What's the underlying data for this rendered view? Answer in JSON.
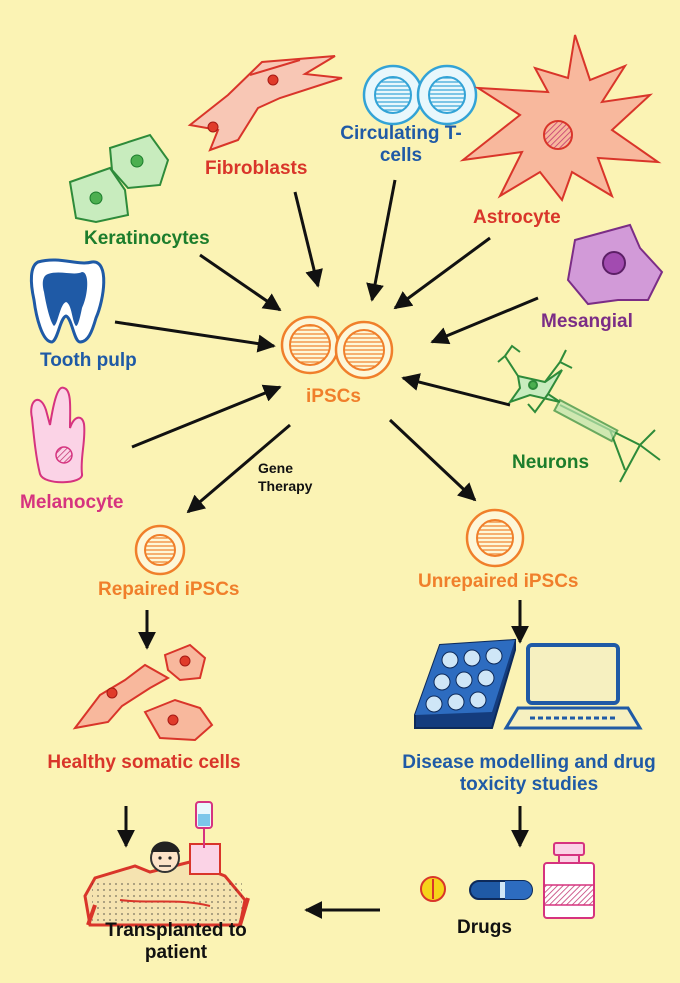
{
  "sources": {
    "fibroblasts": "Fibroblasts",
    "circulating_t_cells": "Circulating T-cells",
    "astrocyte": "Astrocyte",
    "keratinocytes": "Keratinocytes",
    "tooth_pulp": "Tooth pulp",
    "mesangial": "Mesangial",
    "melanocyte": "Melanocyte",
    "neurons": "Neurons"
  },
  "center": {
    "ipscs": "iPSCs"
  },
  "gene_therapy": "Gene Therapy",
  "branches": {
    "repaired": "Repaired iPSCs",
    "unrepaired": "Unrepaired iPSCs",
    "healthy": "Healthy somatic cells",
    "disease": "Disease modelling and drug toxicity studies",
    "drugs": "Drugs",
    "transplanted": "Transplanted to patient"
  },
  "colors": {
    "background": "#fbf3b4",
    "green": "#1c7d2c",
    "red": "#d9352a",
    "blue": "#1f5aa6",
    "purple": "#7b2d86",
    "pink": "#d6337f",
    "orange": "#f07f2b"
  },
  "icons": [
    "fibroblast-icon",
    "t-cell-icon",
    "astrocyte-icon",
    "keratinocyte-icon",
    "tooth-icon",
    "mesangial-cell-icon",
    "melanocyte-icon",
    "neuron-icon",
    "ipsc-cell-icon",
    "well-plate-icon",
    "computer-icon",
    "pill-icon",
    "capsule-icon",
    "bottle-icon",
    "patient-bed-icon",
    "iv-drip-icon"
  ]
}
